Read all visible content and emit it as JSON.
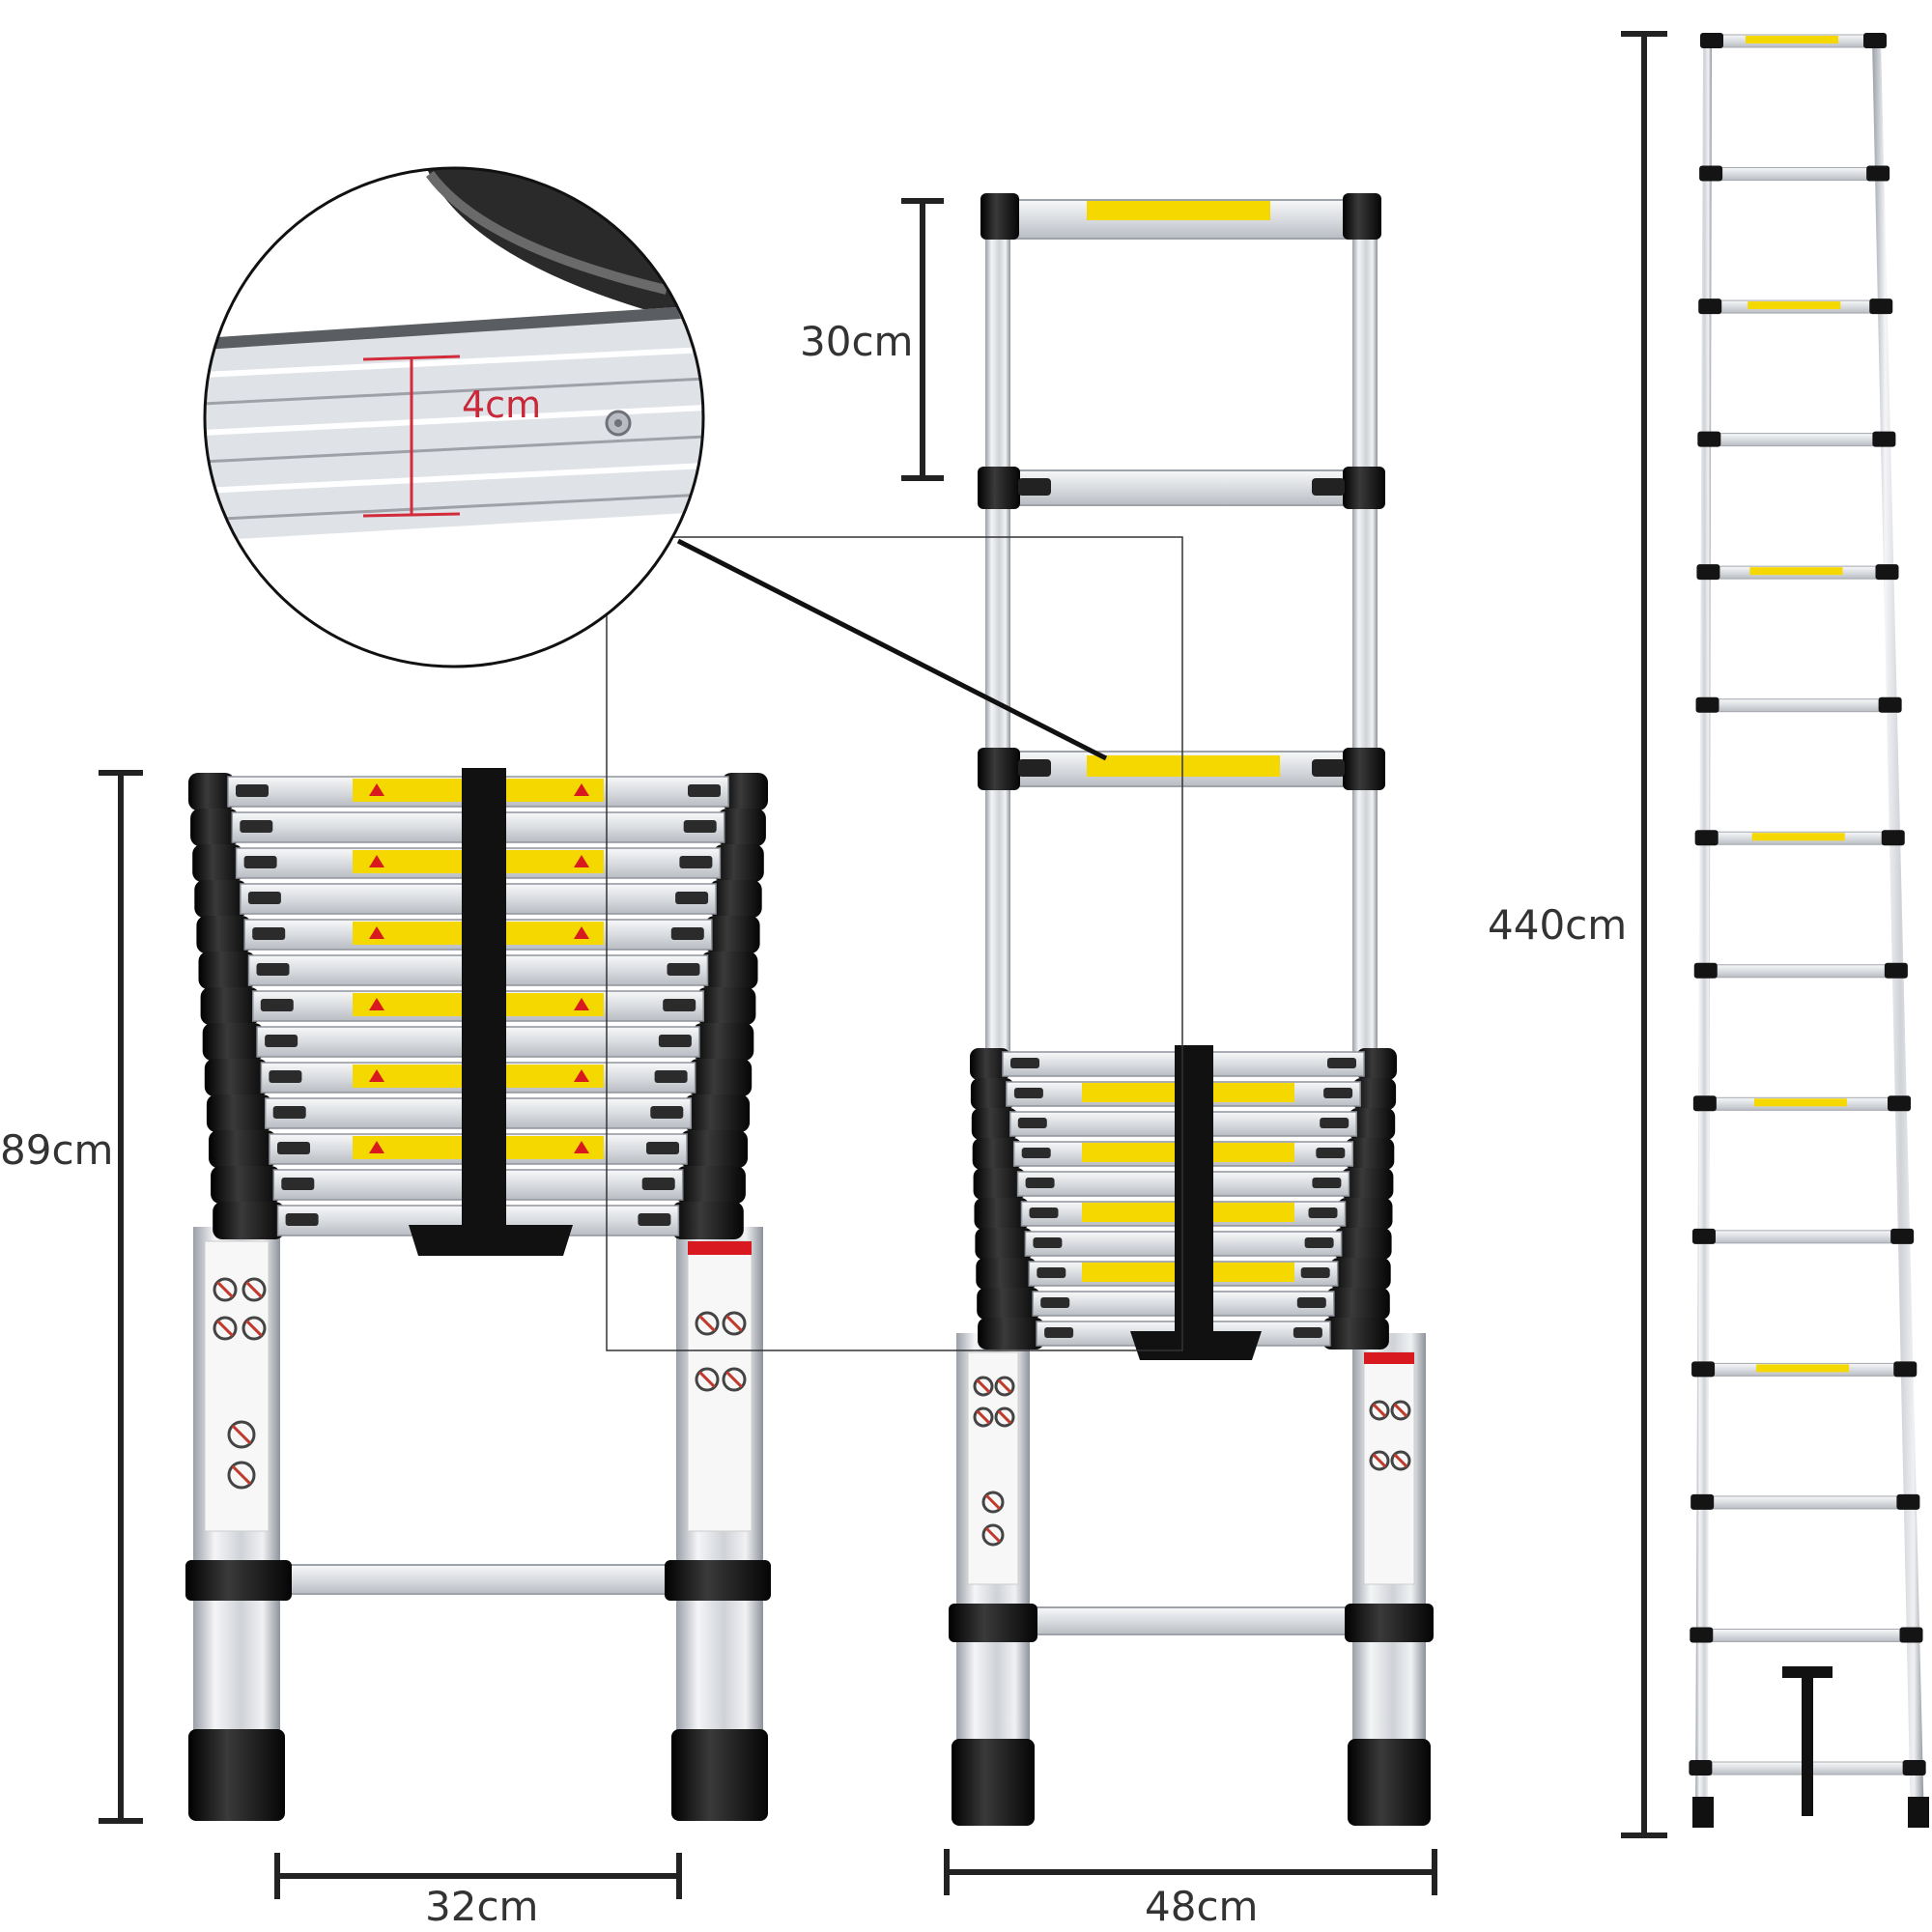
{
  "colors": {
    "background": "#ffffff",
    "aluminium_light": "#eeeff1",
    "aluminium_mid": "#c9ccd1",
    "aluminium_dark": "#8c9097",
    "plastic_black": "#141414",
    "warning_yellow": "#f5d800",
    "measure_line": "#222222",
    "zoom_mark": "#d22c3c",
    "label_red": "#d8191f"
  },
  "icons": {
    "zoom_callout": "magnifier-circle-icon",
    "warning_label": "warning-triangle-icon"
  },
  "dimensions": {
    "closed_height": "89cm",
    "closed_width": "32cm",
    "rung_spacing": "30cm",
    "opened_width": "48cm",
    "extended_height": "440cm",
    "rung_depth": "4cm"
  },
  "ladders": {
    "closed_rungs": 13,
    "partial_open_rungs": 3,
    "partial_stacked_rungs": 10,
    "full_rungs": 14
  }
}
